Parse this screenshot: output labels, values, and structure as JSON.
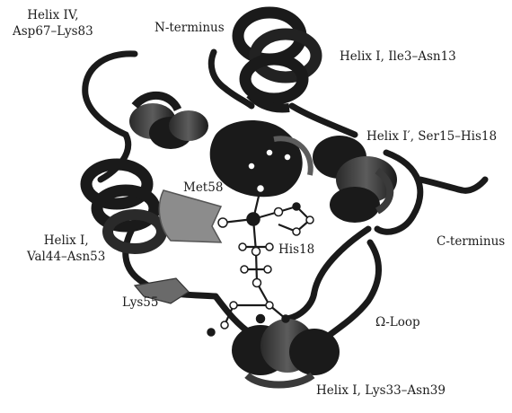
{
  "labels": {
    "helix_iv_name": "Helix IV,",
    "helix_iv_range": "Asp67–Lys83",
    "n_terminus": "N-terminus",
    "helix_i_top": "Helix I, Ile3–Asn13",
    "helix_i_prime": "Helix I′, Ser15–His18",
    "met58": "Met58",
    "his18": "His18",
    "c_terminus": "C-terminus",
    "helix_i_left_name": "Helix I,",
    "helix_i_left_range": "Val44–Asn53",
    "lys55": "Lys55",
    "omega_loop": "Ω-Loop",
    "helix_i_bottom": "Helix I, Lys33–Asn39"
  },
  "colors": {
    "ribbon": "#1a1a1a",
    "ribbon_highlight": "#6a6a6a",
    "sheet": "#8c8c8c",
    "atom_light": "#ffffff",
    "atom_dark": "#1a1a1a",
    "text": "#1d1d1d"
  }
}
